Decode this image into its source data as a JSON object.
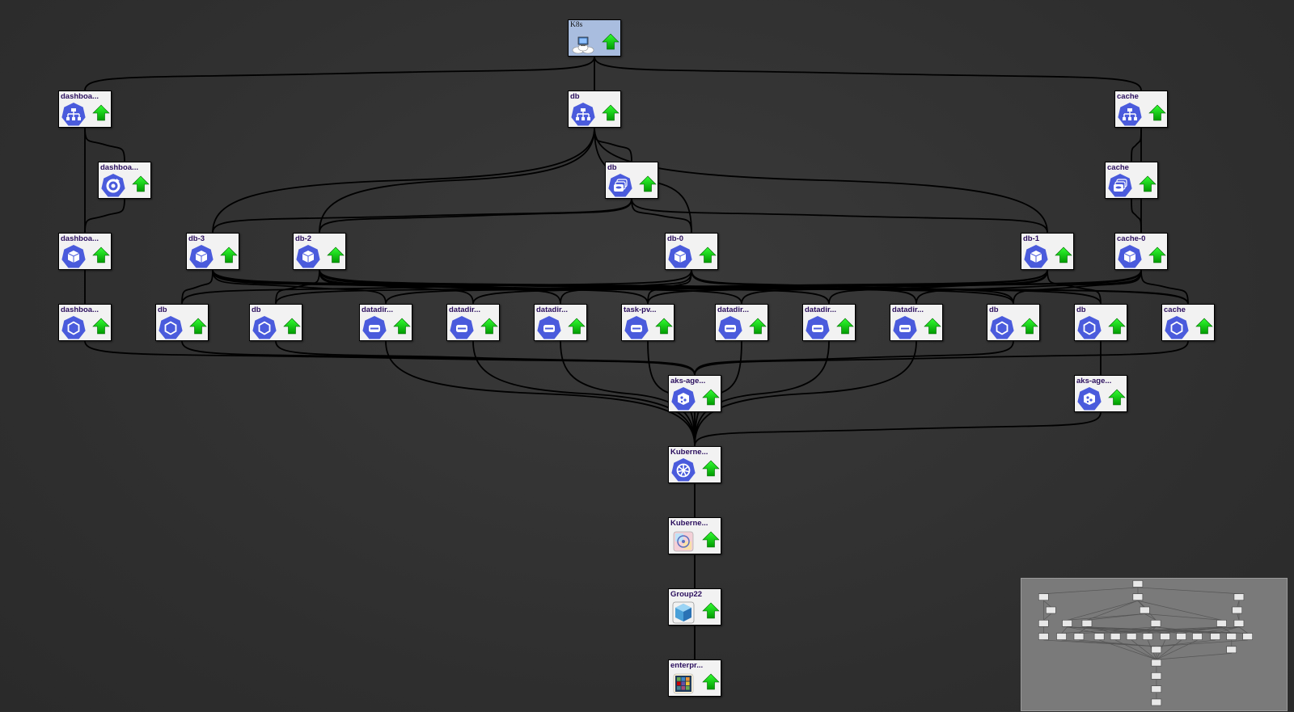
{
  "diagram": {
    "nodes": [
      {
        "id": "k8s",
        "label": "K8s",
        "icon": "cloud-computer-icon",
        "kind": "root"
      },
      {
        "id": "svc-dash",
        "label": "dashboa...",
        "icon": "service-icon"
      },
      {
        "id": "svc-db",
        "label": "db",
        "icon": "service-icon"
      },
      {
        "id": "svc-cache",
        "label": "cache",
        "icon": "service-icon"
      },
      {
        "id": "deploy-dash",
        "label": "dashboa...",
        "icon": "deployment-icon"
      },
      {
        "id": "sts-db",
        "label": "db",
        "icon": "statefulset-icon"
      },
      {
        "id": "sts-cache",
        "label": "cache",
        "icon": "statefulset-icon"
      },
      {
        "id": "pod-dash",
        "label": "dashboa...",
        "icon": "pod-icon"
      },
      {
        "id": "pod-db3",
        "label": "db-3",
        "icon": "pod-icon"
      },
      {
        "id": "pod-db2",
        "label": "db-2",
        "icon": "pod-icon"
      },
      {
        "id": "pod-db0",
        "label": "db-0",
        "icon": "pod-icon"
      },
      {
        "id": "pod-db1",
        "label": "db-1",
        "icon": "pod-icon"
      },
      {
        "id": "pod-cache0",
        "label": "cache-0",
        "icon": "pod-icon"
      },
      {
        "id": "cont-dash",
        "label": "dashboa...",
        "icon": "container-icon"
      },
      {
        "id": "cont-db-a",
        "label": "db",
        "icon": "container-icon"
      },
      {
        "id": "cont-db-b",
        "label": "db",
        "icon": "container-icon"
      },
      {
        "id": "pv-1",
        "label": "datadir...",
        "icon": "volume-icon"
      },
      {
        "id": "pv-2",
        "label": "datadir...",
        "icon": "volume-icon"
      },
      {
        "id": "pv-3",
        "label": "datadir...",
        "icon": "volume-icon"
      },
      {
        "id": "pv-task",
        "label": "task-pv...",
        "icon": "volume-icon"
      },
      {
        "id": "pv-4",
        "label": "datadir...",
        "icon": "volume-icon"
      },
      {
        "id": "pv-5",
        "label": "datadir...",
        "icon": "volume-icon"
      },
      {
        "id": "pv-6",
        "label": "datadir...",
        "icon": "volume-icon"
      },
      {
        "id": "cont-db-c",
        "label": "db",
        "icon": "container-icon"
      },
      {
        "id": "cont-db-d",
        "label": "db",
        "icon": "container-icon"
      },
      {
        "id": "cont-cache",
        "label": "cache",
        "icon": "container-icon"
      },
      {
        "id": "agent-1",
        "label": "aks-age...",
        "icon": "node-icon"
      },
      {
        "id": "agent-2",
        "label": "aks-age...",
        "icon": "node-icon"
      },
      {
        "id": "k8s-cluster",
        "label": "Kuberne...",
        "icon": "kubernetes-wheel-icon"
      },
      {
        "id": "k8s-service",
        "label": "Kuberne...",
        "icon": "kubernetes-service-icon"
      },
      {
        "id": "group22",
        "label": "Group22",
        "icon": "resource-group-icon"
      },
      {
        "id": "enterprise",
        "label": "enterpr...",
        "icon": "enterprise-grid-icon"
      }
    ],
    "edges": [
      [
        "k8s",
        "svc-dash"
      ],
      [
        "k8s",
        "svc-db"
      ],
      [
        "k8s",
        "svc-cache"
      ],
      [
        "svc-dash",
        "deploy-dash"
      ],
      [
        "svc-dash",
        "pod-dash"
      ],
      [
        "deploy-dash",
        "pod-dash"
      ],
      [
        "svc-db",
        "sts-db"
      ],
      [
        "svc-db",
        "pod-db3"
      ],
      [
        "svc-db",
        "pod-db2"
      ],
      [
        "svc-db",
        "pod-db0"
      ],
      [
        "svc-db",
        "pod-db1"
      ],
      [
        "sts-db",
        "pod-db3"
      ],
      [
        "sts-db",
        "pod-db2"
      ],
      [
        "sts-db",
        "pod-db0"
      ],
      [
        "sts-db",
        "pod-db1"
      ],
      [
        "svc-cache",
        "sts-cache"
      ],
      [
        "svc-cache",
        "pod-cache0"
      ],
      [
        "sts-cache",
        "pod-cache0"
      ],
      [
        "pod-dash",
        "cont-dash"
      ],
      [
        "pod-db3",
        "cont-db-a"
      ],
      [
        "pod-db3",
        "pv-1"
      ],
      [
        "pod-db3",
        "pv-4"
      ],
      [
        "pod-db3",
        "cont-db-c"
      ],
      [
        "pod-db2",
        "cont-db-b"
      ],
      [
        "pod-db2",
        "pv-2"
      ],
      [
        "pod-db2",
        "pv-5"
      ],
      [
        "pod-db2",
        "cont-db-d"
      ],
      [
        "pod-db0",
        "cont-db-a"
      ],
      [
        "pod-db0",
        "pv-3"
      ],
      [
        "pod-db0",
        "pv-task"
      ],
      [
        "pod-db0",
        "pv-6"
      ],
      [
        "pod-db0",
        "cont-db-c"
      ],
      [
        "pod-db1",
        "cont-db-b"
      ],
      [
        "pod-db1",
        "pv-1"
      ],
      [
        "pod-db1",
        "pv-4"
      ],
      [
        "pod-db1",
        "cont-db-d"
      ],
      [
        "pod-cache0",
        "cont-cache"
      ],
      [
        "pod-cache0",
        "pv-2"
      ],
      [
        "pod-cache0",
        "pv-6"
      ],
      [
        "pod-cache0",
        "cont-db-c"
      ],
      [
        "pod-db3",
        "pv-task"
      ],
      [
        "pod-db2",
        "pv-3"
      ],
      [
        "pod-db1",
        "pv-5"
      ],
      [
        "pod-cache0",
        "pv-task"
      ],
      [
        "pod-db3",
        "cont-cache"
      ],
      [
        "pod-db2",
        "cont-cache"
      ],
      [
        "cont-dash",
        "agent-1"
      ],
      [
        "cont-db-a",
        "agent-1"
      ],
      [
        "cont-db-b",
        "agent-1"
      ],
      [
        "cont-db-c",
        "agent-1"
      ],
      [
        "cont-cache",
        "agent-1"
      ],
      [
        "cont-db-d",
        "agent-2"
      ],
      [
        "pv-1",
        "k8s-cluster"
      ],
      [
        "pv-2",
        "k8s-cluster"
      ],
      [
        "pv-3",
        "k8s-cluster"
      ],
      [
        "pv-task",
        "k8s-cluster"
      ],
      [
        "pv-4",
        "k8s-cluster"
      ],
      [
        "pv-5",
        "k8s-cluster"
      ],
      [
        "pv-6",
        "k8s-cluster"
      ],
      [
        "agent-1",
        "k8s-cluster"
      ],
      [
        "agent-2",
        "k8s-cluster"
      ],
      [
        "k8s-cluster",
        "k8s-service"
      ],
      [
        "k8s-service",
        "group22"
      ],
      [
        "group22",
        "enterprise"
      ]
    ]
  }
}
